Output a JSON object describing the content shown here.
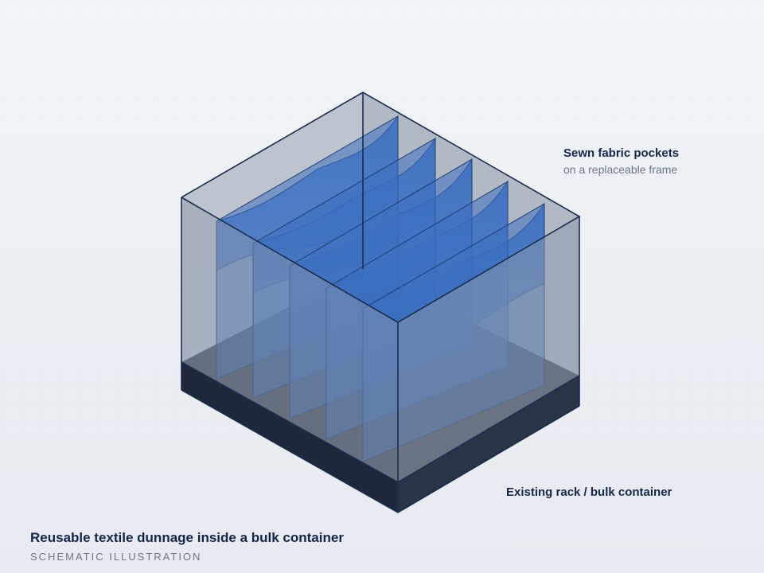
{
  "labels": {
    "pockets_title": "Sewn fabric pockets",
    "pockets_subtitle": "on a replaceable frame",
    "container": "Existing rack / bulk container"
  },
  "caption": {
    "title": "Reusable textile dunnage inside a bulk container",
    "subtitle": "SCHEMATIC ILLUSTRATION"
  },
  "colors": {
    "background": "#eef1f6",
    "container_glass": "#9aa5b4",
    "container_edge": "#1a2d4f",
    "base": "#2a3447",
    "fabric": "#3d70c4"
  },
  "illustration": {
    "pocket_divider_count": 5
  }
}
